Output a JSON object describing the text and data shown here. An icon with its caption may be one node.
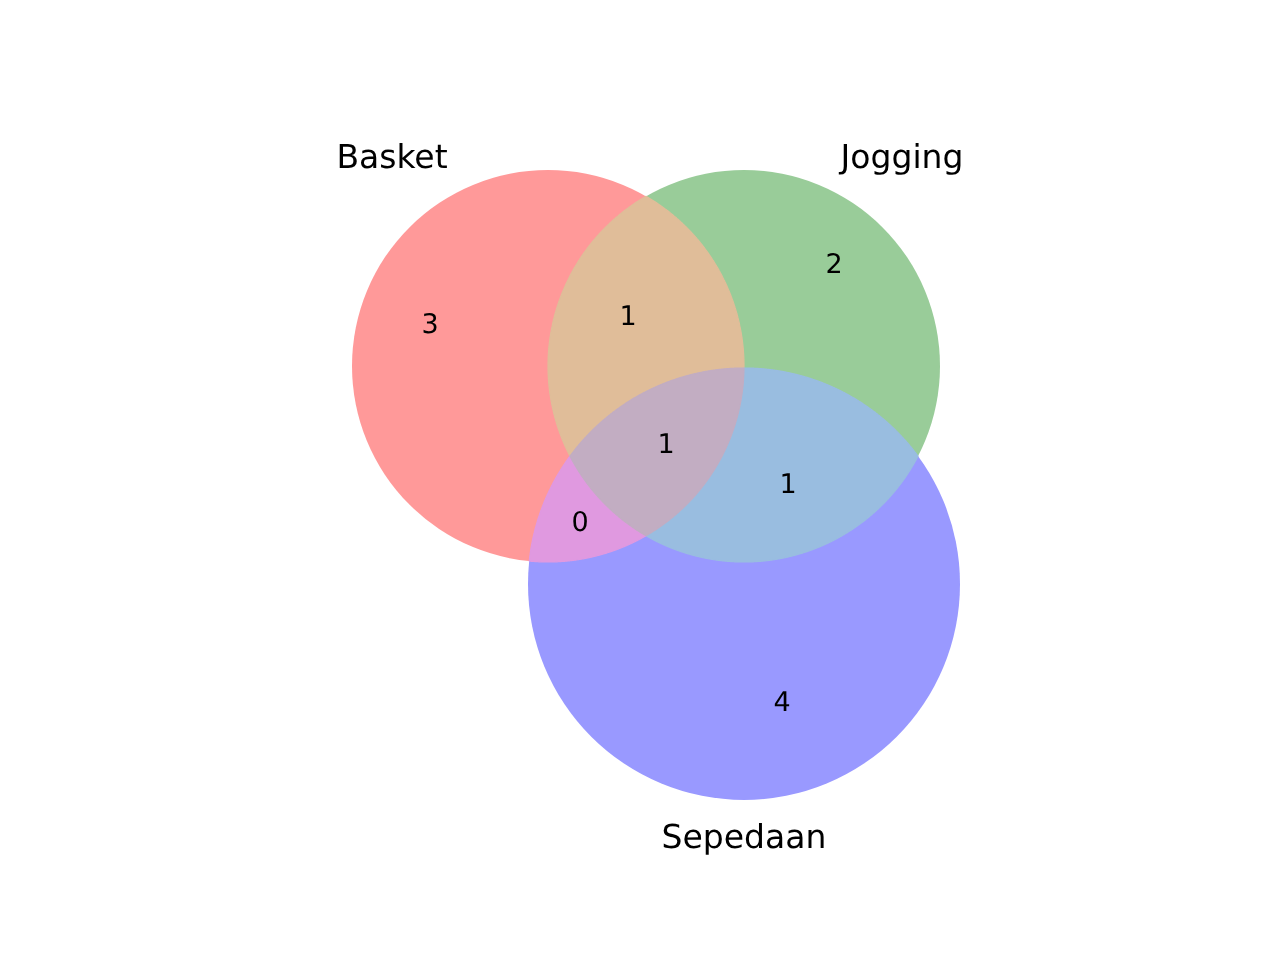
{
  "diagram": {
    "nodes": [
      {
        "text": [
          "Basket"
        ]
      },
      {
        "text": [
          "Jogging"
        ]
      },
      {
        "text": [
          "Sepedaan"
        ]
      }
    ],
    "labels": [
      "2",
      "1",
      "3",
      "1",
      "1",
      "0",
      "4"
    ]
  }
}
